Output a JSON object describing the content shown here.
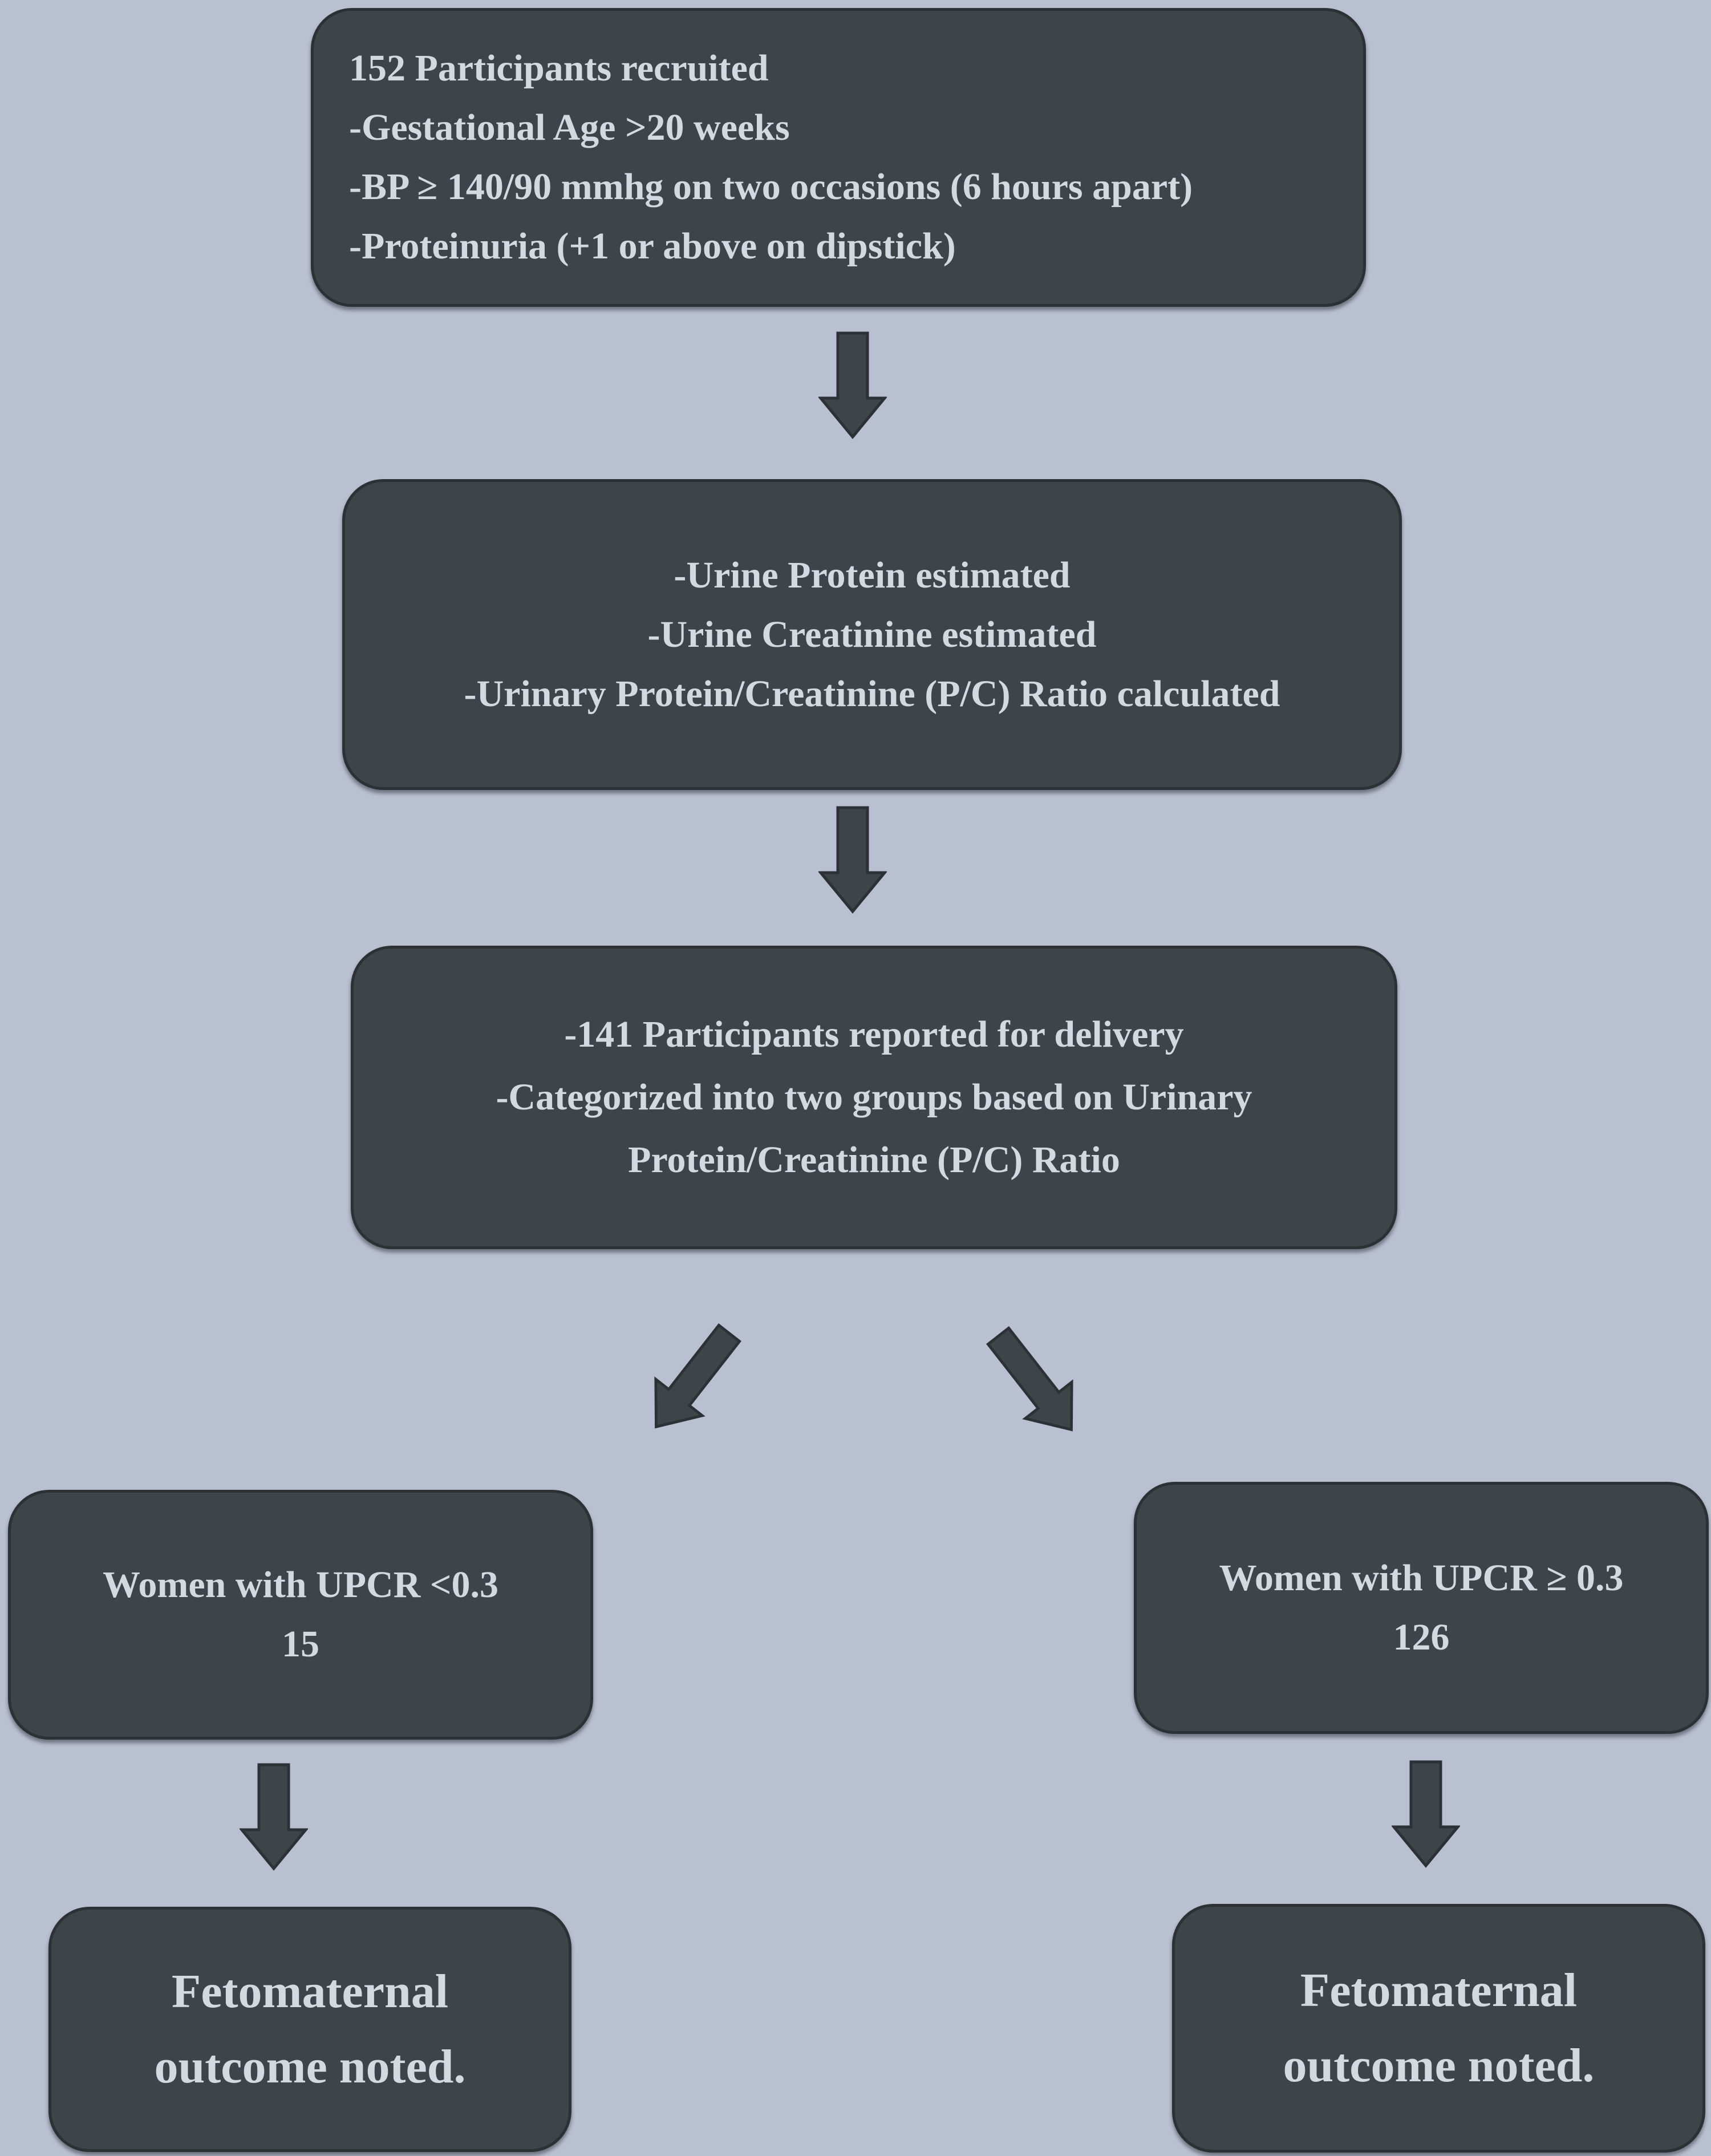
{
  "colors": {
    "background": "#b9c0d1",
    "box_fill": "#3f4449",
    "box_border": "#2d3135",
    "text": "#d3d8e1"
  },
  "flowchart": {
    "recruited": {
      "lines": [
        "152 Participants recruited",
        "-Gestational Age >20 weeks",
        "-BP ≥ 140/90 mmhg on two occasions (6 hours apart)",
        "-Proteinuria (+1 or above on dipstick)"
      ]
    },
    "estimation": {
      "lines": [
        "-Urine Protein estimated",
        "-Urine Creatinine estimated",
        "-Urinary Protein/Creatinine (P/C) Ratio calculated"
      ]
    },
    "delivery": {
      "lines": [
        "-141 Participants reported for delivery",
        "-Categorized into two groups based on Urinary",
        "Protein/Creatinine (P/C) Ratio"
      ]
    },
    "group_low": {
      "lines": [
        "Women with UPCR <0.3",
        "15"
      ]
    },
    "group_high": {
      "lines": [
        "Women with UPCR ≥ 0.3",
        "126"
      ]
    },
    "outcome_left": {
      "lines": [
        "Fetomaternal",
        "outcome noted."
      ]
    },
    "outcome_right": {
      "lines": [
        "Fetomaternal",
        "outcome noted."
      ]
    }
  }
}
